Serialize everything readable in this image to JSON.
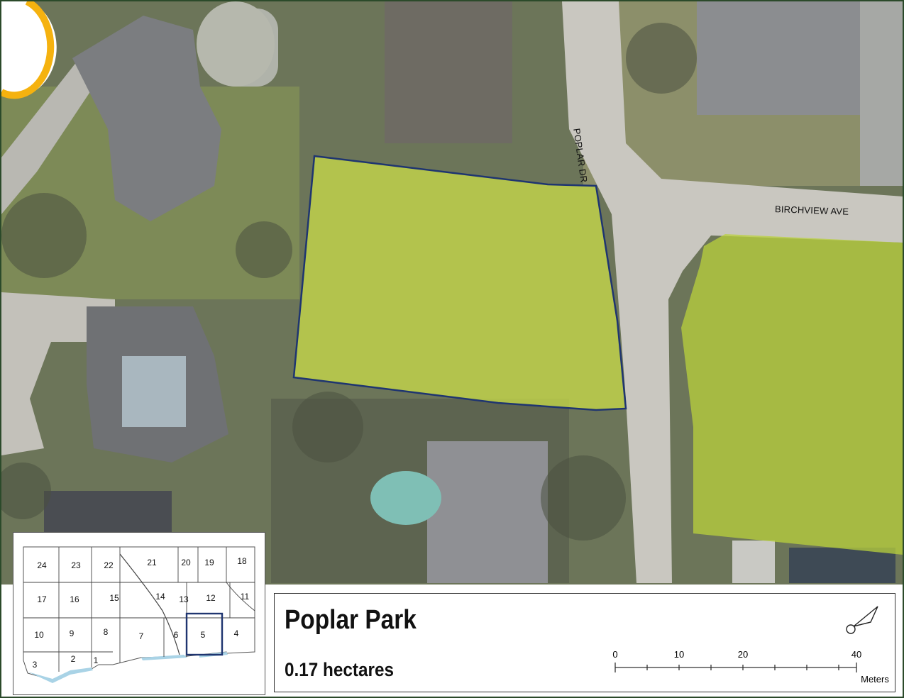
{
  "map": {
    "streets": {
      "poplar": "POPLAR DR",
      "birchview": "BIRCHVIEW AVE"
    },
    "colors": {
      "park_fill": "#c7d94a",
      "park_outline": "#1f3570",
      "frame": "#2b4a2a",
      "road": "#c9c7c0",
      "grass": "#7c8a55",
      "roof": "#7b7d80",
      "corner_badge": "#f5b20f"
    }
  },
  "title_panel": {
    "park_name": "Poplar Park",
    "area": "0.17 hectares"
  },
  "scale_bar": {
    "ticks": [
      "0",
      "10",
      "20",
      "40"
    ],
    "unit": "Meters"
  },
  "north_arrow": {
    "icon": "north-arrow-icon"
  },
  "inset": {
    "highlighted": "5",
    "cells": [
      {
        "id": "24"
      },
      {
        "id": "23"
      },
      {
        "id": "22"
      },
      {
        "id": "21"
      },
      {
        "id": "20"
      },
      {
        "id": "19"
      },
      {
        "id": "18"
      },
      {
        "id": "17"
      },
      {
        "id": "16"
      },
      {
        "id": "15"
      },
      {
        "id": "14"
      },
      {
        "id": "13"
      },
      {
        "id": "12"
      },
      {
        "id": "11"
      },
      {
        "id": "10"
      },
      {
        "id": "9"
      },
      {
        "id": "8"
      },
      {
        "id": "7"
      },
      {
        "id": "6"
      },
      {
        "id": "5"
      },
      {
        "id": "4"
      },
      {
        "id": "3"
      },
      {
        "id": "2"
      },
      {
        "id": "1"
      }
    ]
  }
}
